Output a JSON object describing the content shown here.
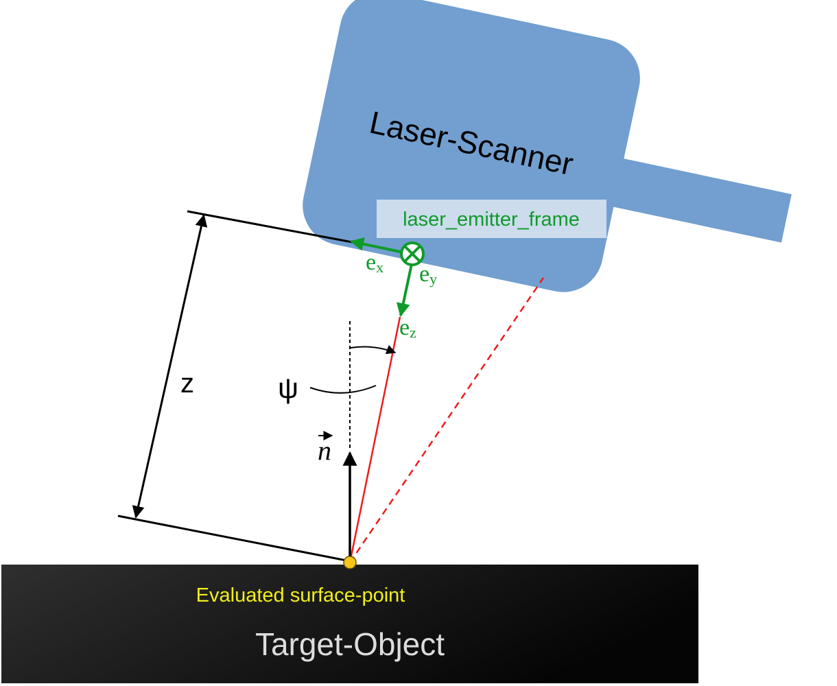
{
  "labels": {
    "scanner": "Laser-Scanner",
    "frame": "laser_emitter_frame",
    "ex_base": "e",
    "ex_sub": "x",
    "ey_base": "e",
    "ey_sub": "y",
    "ez_base": "e",
    "ez_sub": "z",
    "distance": "z",
    "angle": "ψ",
    "normal": "n",
    "surface_point": "Evaluated surface-point",
    "target": "Target-Object"
  },
  "colors": {
    "scanner_body": "#729fcf",
    "frame_box": "#ccdcec",
    "frame_axes": "#0f9a2a",
    "laser_beam": "#ee1c1c",
    "surface_point": "#f5c518",
    "surface_label": "#f2ef1a",
    "target_text": "#dddddd",
    "target_dark": "#050505",
    "target_light": "#2f2f2f"
  },
  "icons": {
    "ey_axis": "circled-cross-icon",
    "normal_arrow": "vector-arrow-icon"
  }
}
